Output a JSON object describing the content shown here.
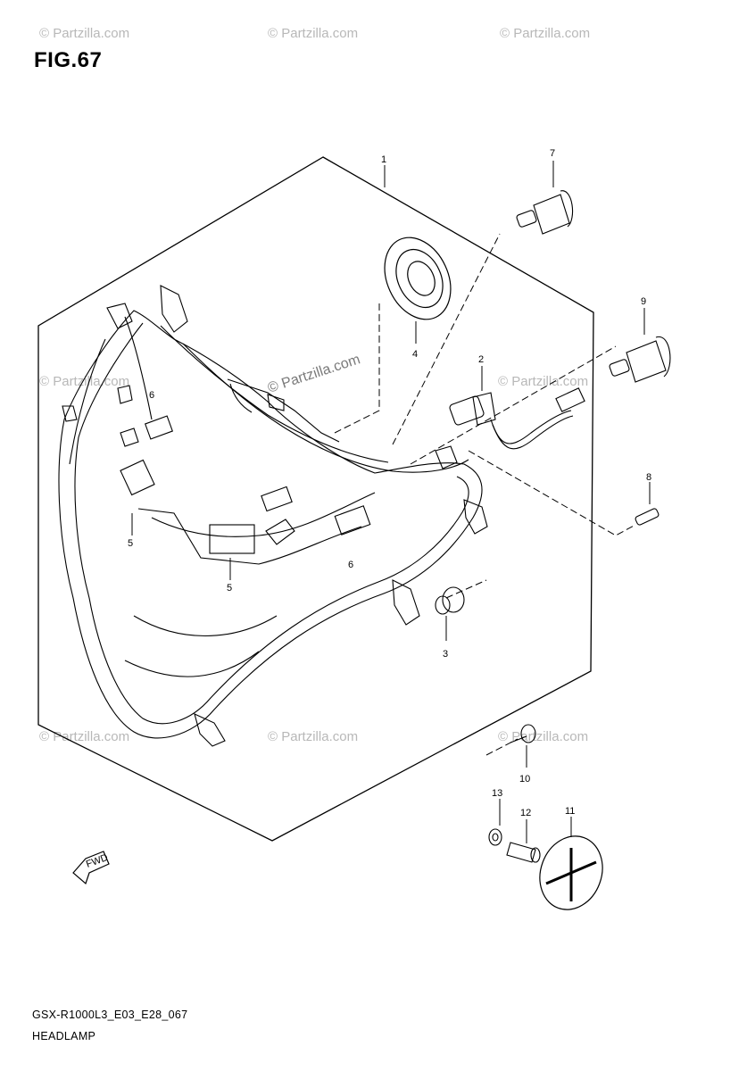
{
  "figure_title": "FIG.67",
  "diagram_code": "GSX-R1000L3_E03_E28_067",
  "diagram_name": "HEADLAMP",
  "watermark": "© Partzilla.com",
  "direction_label": "FWD",
  "callouts": [
    "1",
    "2",
    "3",
    "4",
    "5",
    "5",
    "6",
    "6",
    "7",
    "8",
    "9",
    "10",
    "11",
    "12",
    "13"
  ],
  "colors": {
    "line": "#000000",
    "watermark": "#b8b8b8"
  }
}
